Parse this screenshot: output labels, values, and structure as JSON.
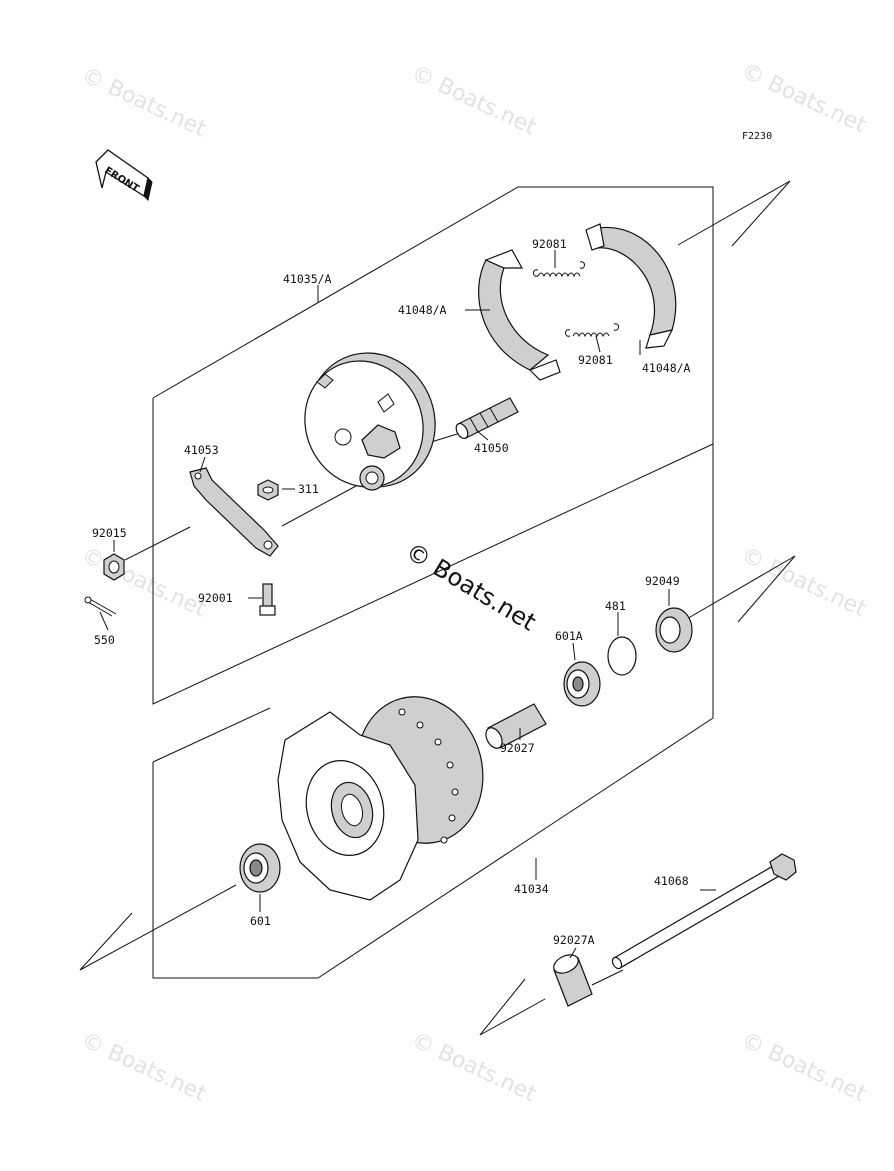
{
  "figure_id": "F2230",
  "front_arrow_label": "FRONT",
  "watermark_text": "© Boats.net",
  "center_watermark_text": "© Boats.net",
  "parts": {
    "p41035A": "41035/A",
    "p92081_top": "92081",
    "p41048A_left": "41048/A",
    "p92081_bottom": "92081",
    "p41048A_right": "41048/A",
    "p41050": "41050",
    "p41053": "41053",
    "p311": "311",
    "p92015": "92015",
    "p92001": "92001",
    "p550": "550",
    "p92049": "92049",
    "p481": "481",
    "p601A": "601A",
    "p92027": "92027",
    "p41034": "41034",
    "p41068": "41068",
    "p601": "601",
    "p92027A": "92027A"
  },
  "colors": {
    "line": "#111111",
    "part_fill": "#cfcfcf",
    "watermark": "#e2e2e2"
  }
}
